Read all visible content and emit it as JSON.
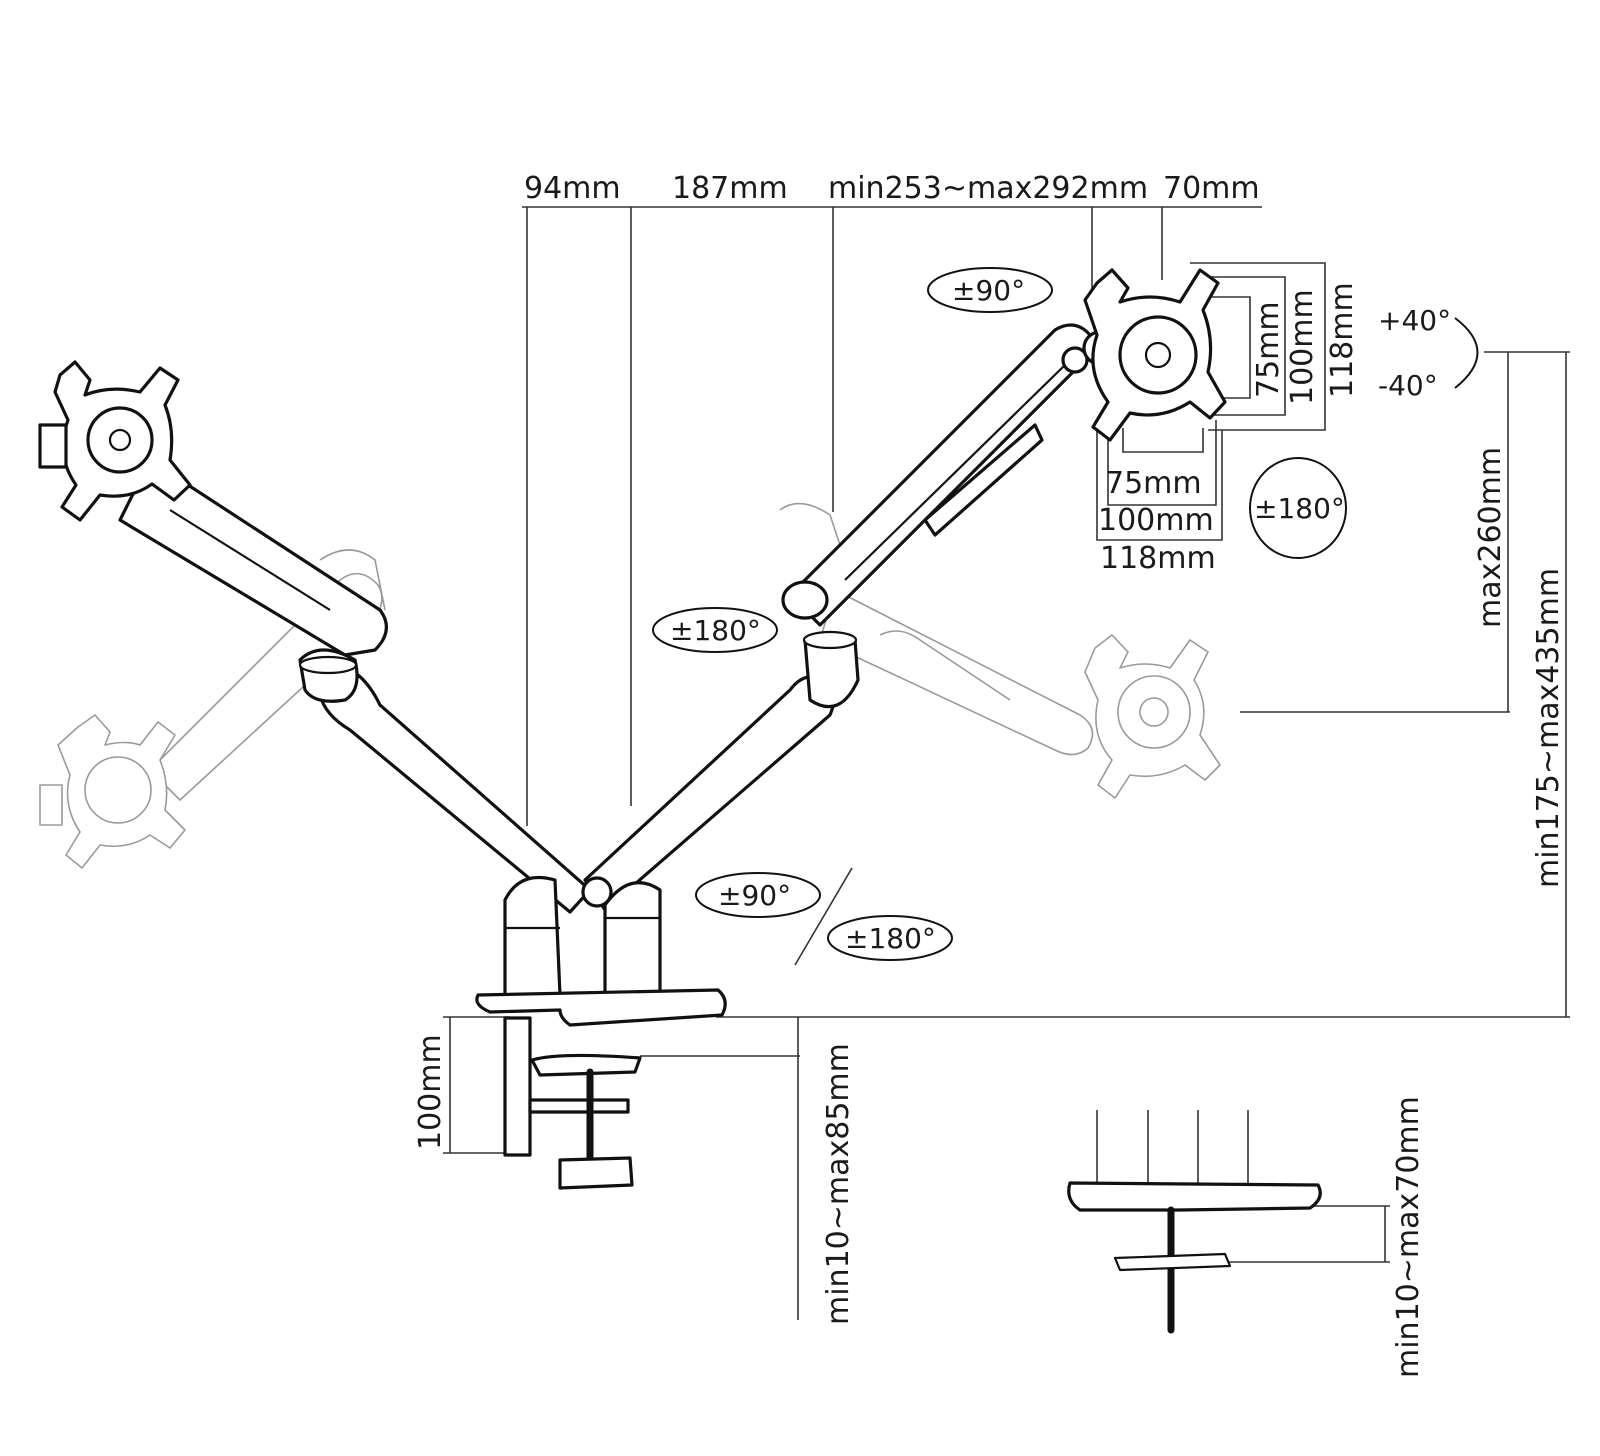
{
  "labels": {
    "dim_94": "94mm",
    "dim_187": "187mm",
    "dim_arm": "min253~max292mm",
    "dim_70": "70mm",
    "rot_top_90": "±90°",
    "tilt_up": "+40°",
    "tilt_down": "-40°",
    "vesa_v_75": "75mm",
    "vesa_v_100": "100mm",
    "vesa_v_118": "118mm",
    "vesa_h_75": "75mm",
    "vesa_h_100": "100mm",
    "vesa_h_118": "118mm",
    "rot_portrait_180": "±180°",
    "rot_elbow_180": "±180°",
    "rot_base_90": "±90°",
    "rot_base_180": "±180°",
    "height_max260": "max260mm",
    "height_total": "min175~max435mm",
    "clamp_100": "100mm",
    "clamp_range": "min10~max85mm",
    "grommet_range": "min10~max70mm"
  },
  "colors": {
    "line": "#111111",
    "dimension": "#333333",
    "ghost": "#9a9a9a",
    "background": "#ffffff"
  }
}
